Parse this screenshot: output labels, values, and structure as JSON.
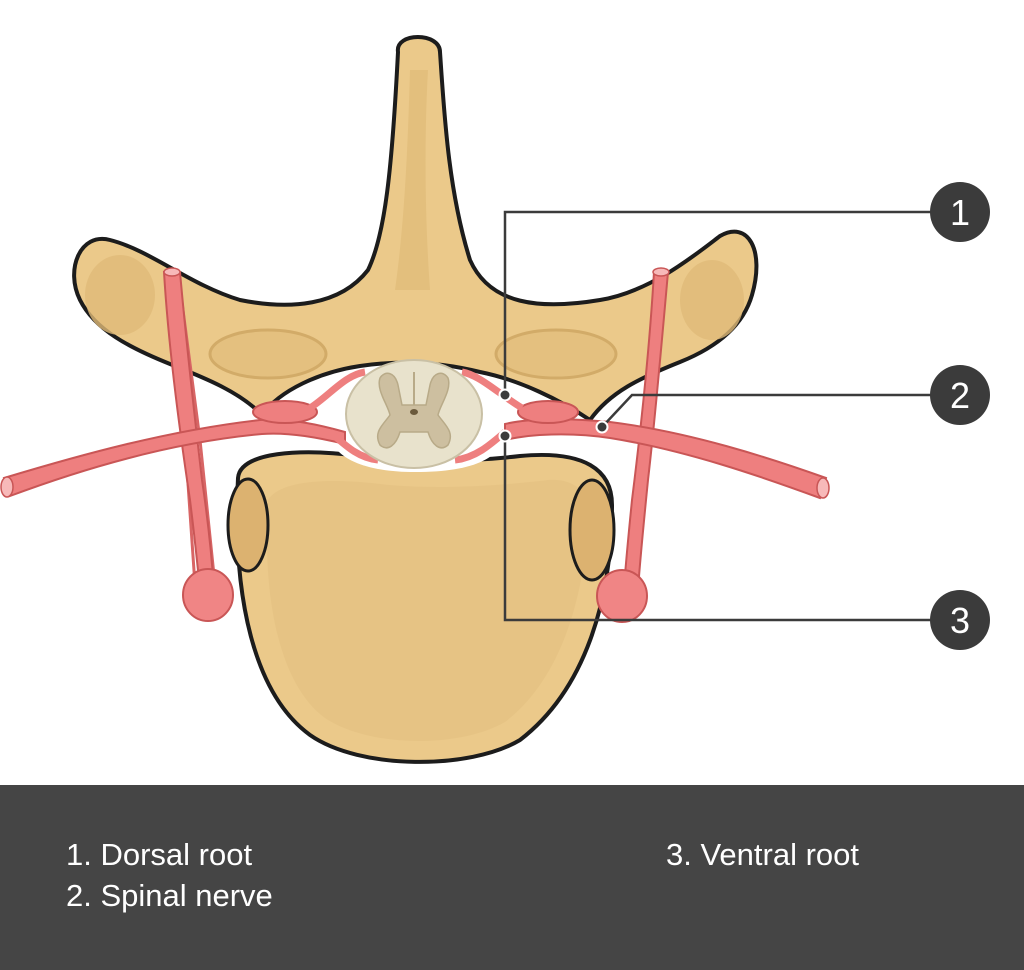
{
  "diagram": {
    "markers": [
      {
        "number": "1",
        "label": "Dorsal root"
      },
      {
        "number": "2",
        "label": "Spinal nerve"
      },
      {
        "number": "3",
        "label": "Ventral root"
      }
    ]
  },
  "legend": {
    "items": [
      "1. Dorsal root",
      "2. Spinal nerve",
      "3. Ventral root"
    ]
  },
  "colors": {
    "bone": "#ebc98a",
    "bone_shade": "#e0ba78",
    "nerve": "#ee7f7f",
    "vessel_end": "#f7b9b9",
    "spinal_cord": "#e8e2cc",
    "grey_matter": "#cdbfa0",
    "leader_line": "#3b3b3b",
    "marker_fill": "#3b3b3b",
    "legend_background": "#454545",
    "legend_text": "#ffffff"
  }
}
